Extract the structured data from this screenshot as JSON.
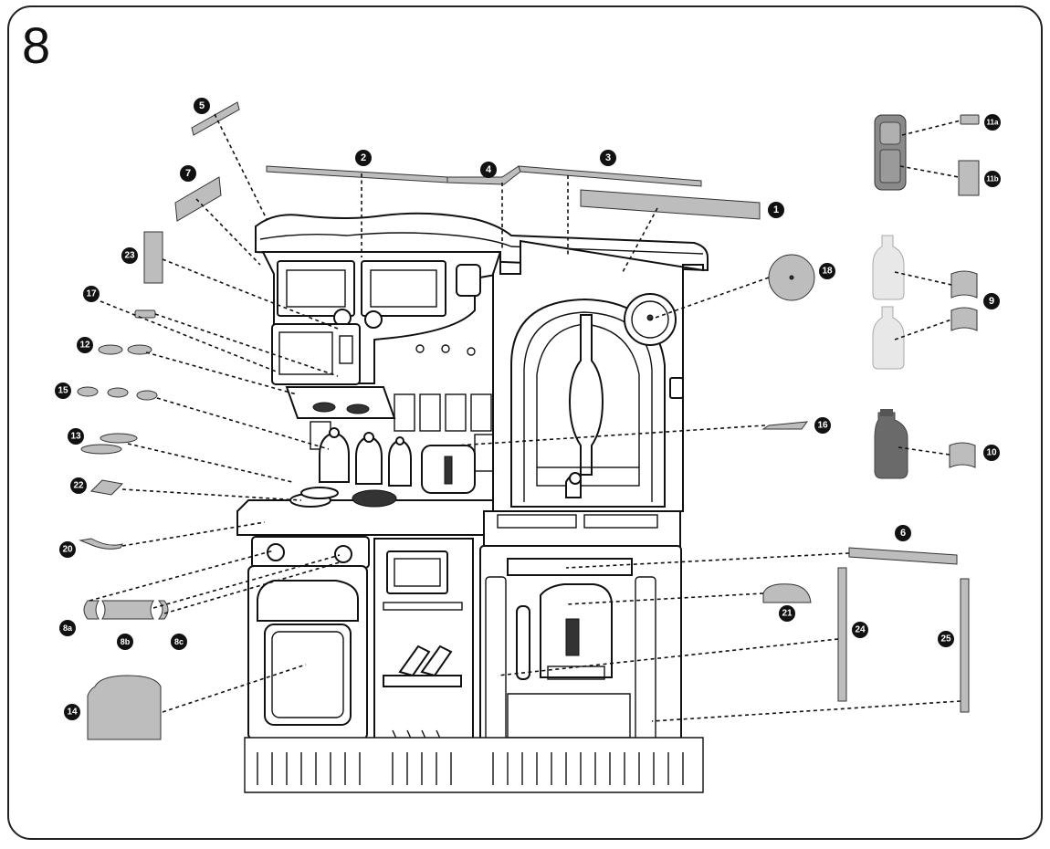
{
  "step": "8",
  "callouts": [
    {
      "id": "c1",
      "label": "1"
    },
    {
      "id": "c2",
      "label": "2"
    },
    {
      "id": "c3",
      "label": "3"
    },
    {
      "id": "c4",
      "label": "4"
    },
    {
      "id": "c5",
      "label": "5"
    },
    {
      "id": "c6",
      "label": "6"
    },
    {
      "id": "c7",
      "label": "7"
    },
    {
      "id": "c8a",
      "label": "8a"
    },
    {
      "id": "c8b",
      "label": "8b"
    },
    {
      "id": "c8c",
      "label": "8c"
    },
    {
      "id": "c9",
      "label": "9"
    },
    {
      "id": "c10",
      "label": "10"
    },
    {
      "id": "c11a",
      "label": "11a"
    },
    {
      "id": "c11b",
      "label": "11b"
    },
    {
      "id": "c12",
      "label": "12"
    },
    {
      "id": "c13",
      "label": "13"
    },
    {
      "id": "c14",
      "label": "14"
    },
    {
      "id": "c15",
      "label": "15"
    },
    {
      "id": "c16",
      "label": "16"
    },
    {
      "id": "c17",
      "label": "17"
    },
    {
      "id": "c18",
      "label": "18"
    },
    {
      "id": "c20",
      "label": "20"
    },
    {
      "id": "c21",
      "label": "21"
    },
    {
      "id": "c22",
      "label": "22"
    },
    {
      "id": "c23",
      "label": "23"
    },
    {
      "id": "c24",
      "label": "24"
    },
    {
      "id": "c25",
      "label": "25"
    }
  ]
}
